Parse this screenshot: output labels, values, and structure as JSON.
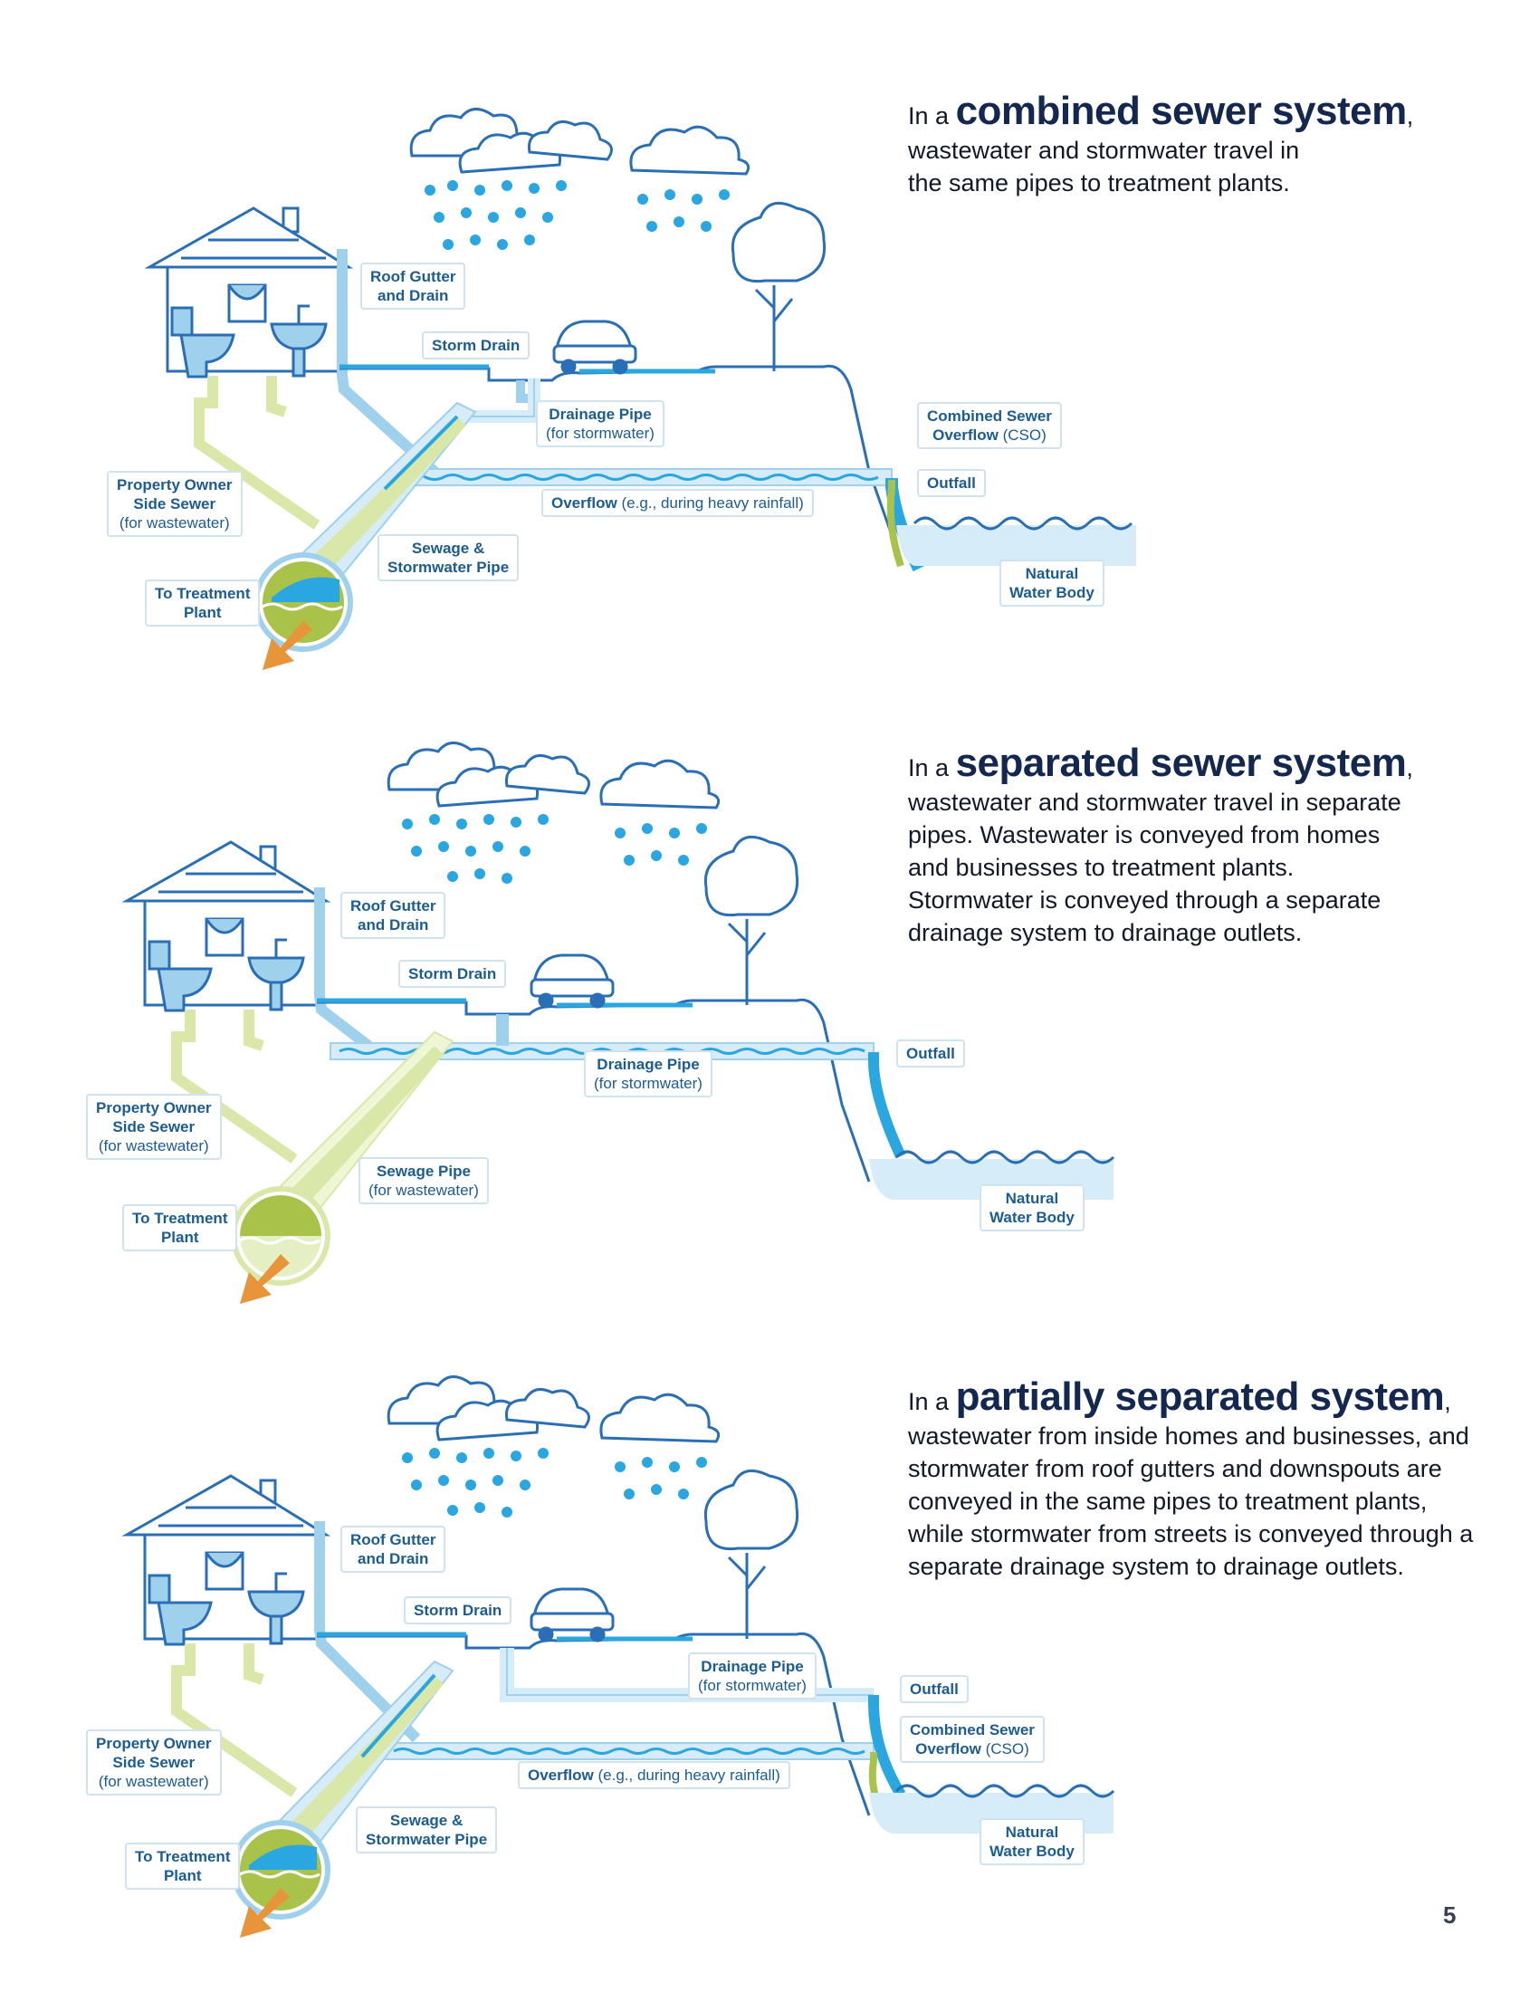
{
  "page_number": "5",
  "colors": {
    "water": "#2aa6e0",
    "pipe_light": "#d6ecf8",
    "pipe_outline": "#9fd0ec",
    "sewage": "#a9c24a",
    "sewer_light": "#d9e8a8",
    "sewage_arrow": "#e8943a",
    "line_art": "#2a6fb5",
    "label_text": "#1d5c8f",
    "title_text": "#13274f"
  },
  "icons": [
    "cloud-icon",
    "raindrop-icon",
    "house-icon",
    "toilet-icon",
    "sink-icon",
    "window-icon",
    "car-icon",
    "tree-icon",
    "wave-icon",
    "arrow-icon"
  ],
  "panels": [
    {
      "heading_prefix": "In a",
      "heading_term": "combined sewer system",
      "heading_suffix": ",",
      "body": "wastewater and stormwater travel in the same pipes to treatment plants.",
      "labels": {
        "roof_gutter": {
          "bold": "Roof Gutter",
          "bold2": "and Drain"
        },
        "storm_drain": {
          "bold": "Storm Drain"
        },
        "drainage_pipe": {
          "bold": "Drainage Pipe",
          "normal": "(for stormwater)"
        },
        "cso": {
          "bold": "Combined Sewer",
          "bold2": "Overflow",
          "normal": "(CSO)"
        },
        "outfall": {
          "bold": "Outfall"
        },
        "property_owner": {
          "bold": "Property Owner",
          "bold2": "Side Sewer",
          "normal": "(for wastewater)"
        },
        "overflow": {
          "bold": "Overflow",
          "normal": "(e.g., during heavy rainfall)"
        },
        "sewage_pipe": {
          "bold": "Sewage &",
          "bold2": "Stormwater Pipe"
        },
        "natural_water": {
          "bold": "Natural",
          "bold2": "Water Body"
        },
        "treatment": {
          "bold": "To Treatment",
          "bold2": "Plant"
        }
      }
    },
    {
      "heading_prefix": "In a",
      "heading_term": "separated sewer system",
      "heading_suffix": ",",
      "body": "wastewater and stormwater travel in separate pipes. Wastewater is conveyed from homes and businesses to treatment plants. Stormwater is conveyed through a separate drainage system to drainage outlets.",
      "labels": {
        "roof_gutter": {
          "bold": "Roof Gutter",
          "bold2": "and Drain"
        },
        "storm_drain": {
          "bold": "Storm Drain"
        },
        "drainage_pipe": {
          "bold": "Drainage Pipe",
          "normal": "(for stormwater)"
        },
        "outfall": {
          "bold": "Outfall"
        },
        "property_owner": {
          "bold": "Property Owner",
          "bold2": "Side Sewer",
          "normal": "(for wastewater)"
        },
        "sewage_pipe": {
          "bold": "Sewage Pipe",
          "normal": "(for wastewater)"
        },
        "natural_water": {
          "bold": "Natural",
          "bold2": "Water Body"
        },
        "treatment": {
          "bold": "To Treatment",
          "bold2": "Plant"
        }
      }
    },
    {
      "heading_prefix": "In a",
      "heading_term": "partially separated system",
      "heading_suffix": ",",
      "body": "wastewater from inside homes and businesses, and stormwater from roof gutters and downspouts are conveyed in the same pipes to treatment plants, while stormwater from streets is conveyed through a separate drainage system to drainage outlets.",
      "labels": {
        "roof_gutter": {
          "bold": "Roof Gutter",
          "bold2": "and Drain"
        },
        "storm_drain": {
          "bold": "Storm Drain"
        },
        "drainage_pipe": {
          "bold": "Drainage Pipe",
          "normal": "(for stormwater)"
        },
        "outfall": {
          "bold": "Outfall"
        },
        "cso": {
          "bold": "Combined Sewer",
          "bold2": "Overflow",
          "normal": "(CSO)"
        },
        "property_owner": {
          "bold": "Property Owner",
          "bold2": "Side Sewer",
          "normal": "(for wastewater)"
        },
        "overflow": {
          "bold": "Overflow",
          "normal": "(e.g., during heavy rainfall)"
        },
        "sewage_pipe": {
          "bold": "Sewage &",
          "bold2": "Stormwater Pipe"
        },
        "natural_water": {
          "bold": "Natural",
          "bold2": "Water Body"
        },
        "treatment": {
          "bold": "To Treatment",
          "bold2": "Plant"
        }
      }
    }
  ]
}
